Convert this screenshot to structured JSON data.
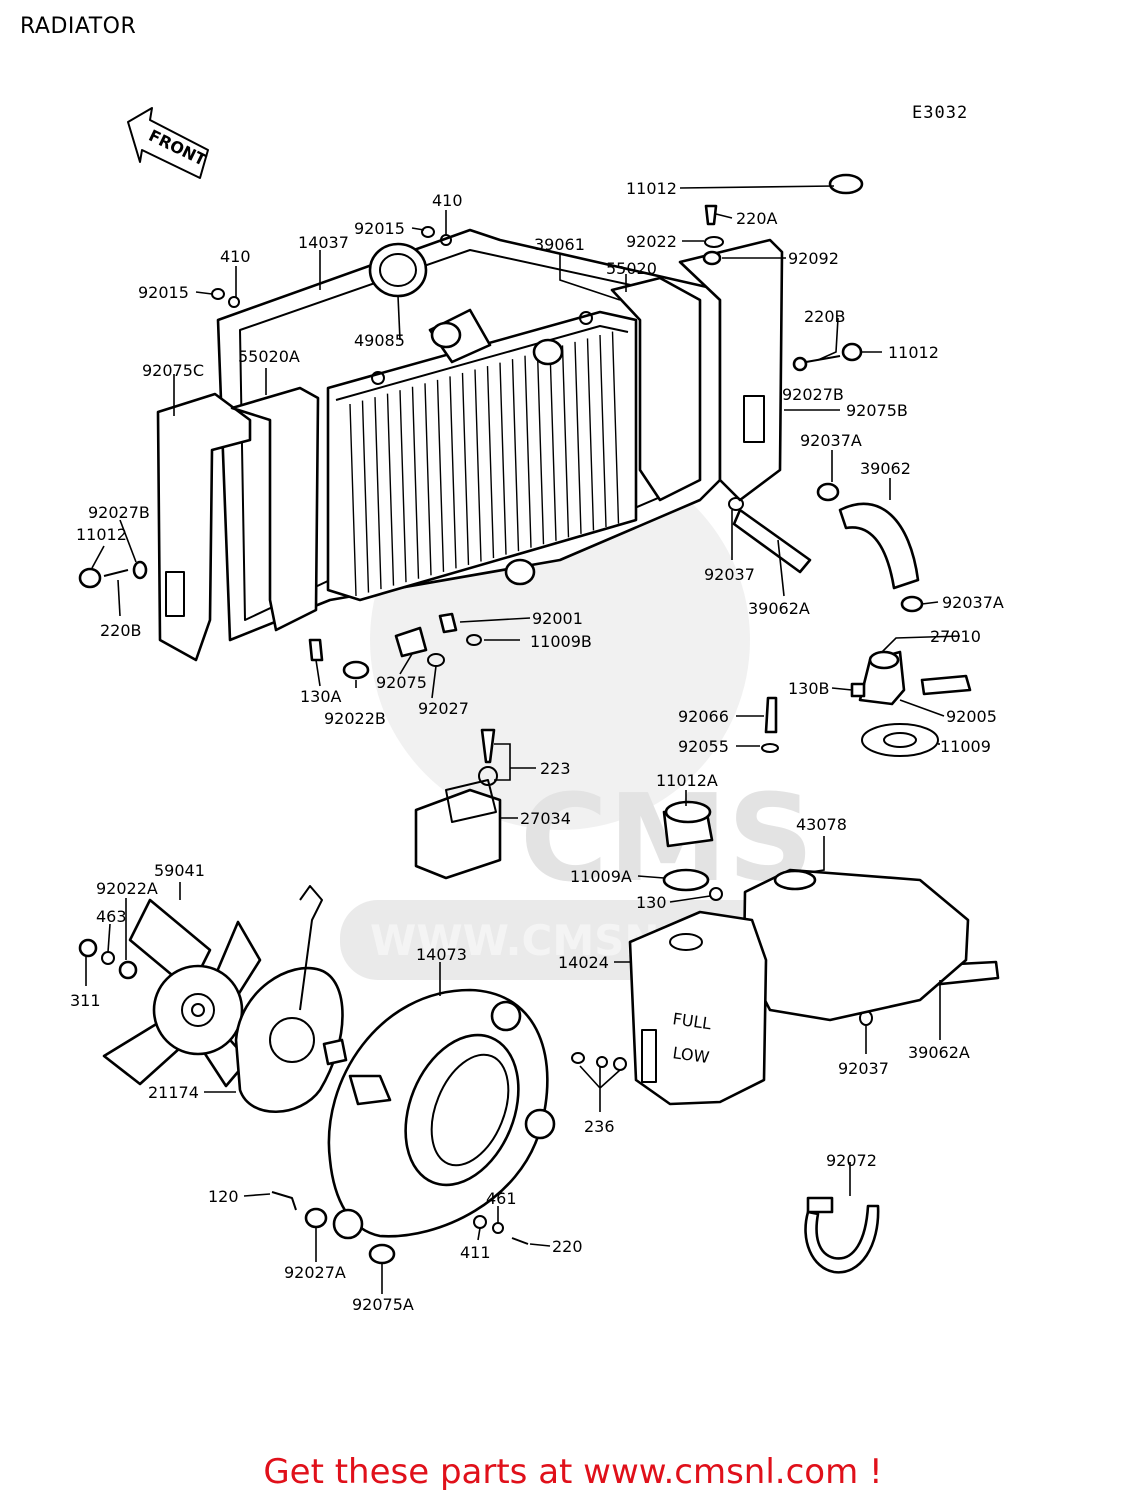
{
  "title": "RADIATOR",
  "diagram_code": "E3032",
  "front_label": "FRONT",
  "watermark": {
    "brand": "CMS",
    "url": "WWW.CMSNL.COM"
  },
  "gauge": {
    "full": "FULL",
    "low": "LOW"
  },
  "footer": "Get these parts at www.cmsnl.com !",
  "parts": {
    "p11012_top": "11012",
    "p220A": "220A",
    "p92022": "92022",
    "p92092": "92092",
    "p410_a": "410",
    "p92015_a": "92015",
    "p14037": "14037",
    "p39061": "39061",
    "p55020": "55020",
    "p410_b": "410",
    "p92015_b": "92015",
    "p49085": "49085",
    "p220B_r": "220B",
    "p11012_r": "11012",
    "p92027B_r": "92027B",
    "p92075B": "92075B",
    "p55020A": "55020A",
    "p92075C": "92075C",
    "p92037A_a": "92037A",
    "p39062": "39062",
    "p92027B_l": "92027B",
    "p11012_l": "11012",
    "p220B_l": "220B",
    "p92037": "92037",
    "p39062A_a": "39062A",
    "p92001": "92001",
    "p11009B": "11009B",
    "p92037A_b": "92037A",
    "p27010": "27010",
    "p130A": "130A",
    "p92075": "92075",
    "p92022B": "92022B",
    "p92027": "92027",
    "p130B": "130B",
    "p92005": "92005",
    "p92066": "92066",
    "p92055": "92055",
    "p11009": "11009",
    "p223": "223",
    "p11012A": "11012A",
    "p27034": "27034",
    "p43078": "43078",
    "p59041": "59041",
    "p92022A": "92022A",
    "p463": "463",
    "p311": "311",
    "p11009A": "11009A",
    "p130": "130",
    "p14073": "14073",
    "p14024": "14024",
    "p92037_b": "92037",
    "p39062A_b": "39062A",
    "p21174": "21174",
    "p236": "236",
    "p92072": "92072",
    "p120": "120",
    "p461": "461",
    "p411": "411",
    "p220": "220",
    "p92027A": "92027A",
    "p92075A": "92075A"
  }
}
